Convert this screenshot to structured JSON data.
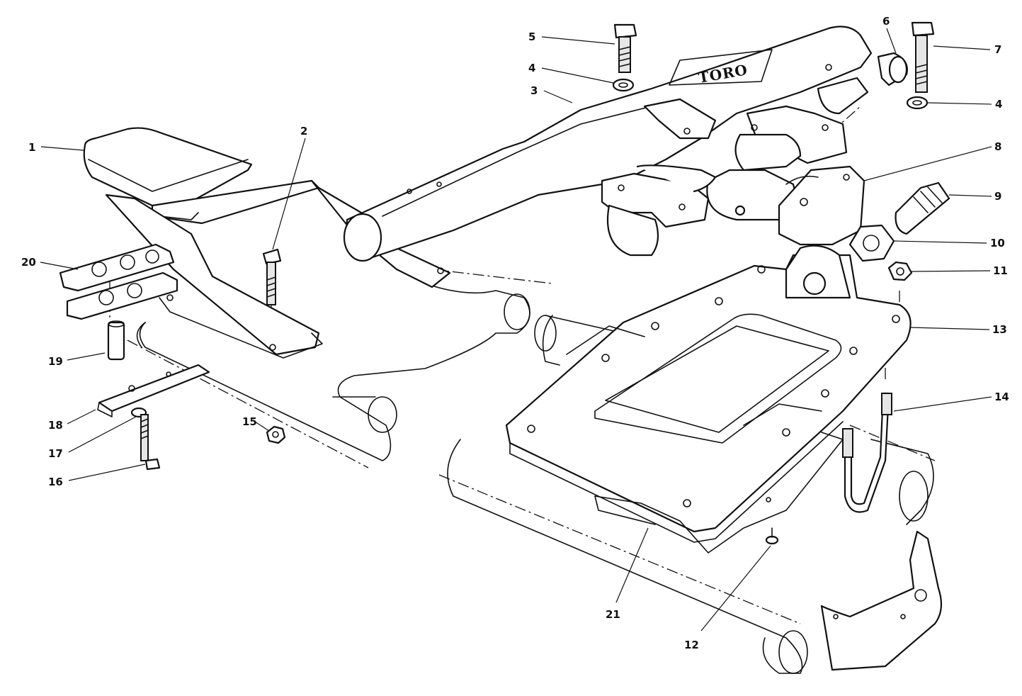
{
  "diagram": {
    "logo_text": "TORO",
    "callouts": [
      {
        "id": "1",
        "label": "1"
      },
      {
        "id": "2",
        "label": "2"
      },
      {
        "id": "3",
        "label": "3"
      },
      {
        "id": "4a",
        "label": "4"
      },
      {
        "id": "4b",
        "label": "4"
      },
      {
        "id": "5",
        "label": "5"
      },
      {
        "id": "6",
        "label": "6"
      },
      {
        "id": "7",
        "label": "7"
      },
      {
        "id": "8",
        "label": "8"
      },
      {
        "id": "9",
        "label": "9"
      },
      {
        "id": "10",
        "label": "10"
      },
      {
        "id": "11",
        "label": "11"
      },
      {
        "id": "12",
        "label": "12"
      },
      {
        "id": "13",
        "label": "13"
      },
      {
        "id": "14",
        "label": "14"
      },
      {
        "id": "15",
        "label": "15"
      },
      {
        "id": "16",
        "label": "16"
      },
      {
        "id": "17",
        "label": "17"
      },
      {
        "id": "18",
        "label": "18"
      },
      {
        "id": "19",
        "label": "19"
      },
      {
        "id": "20",
        "label": "20"
      },
      {
        "id": "21",
        "label": "21"
      }
    ]
  }
}
